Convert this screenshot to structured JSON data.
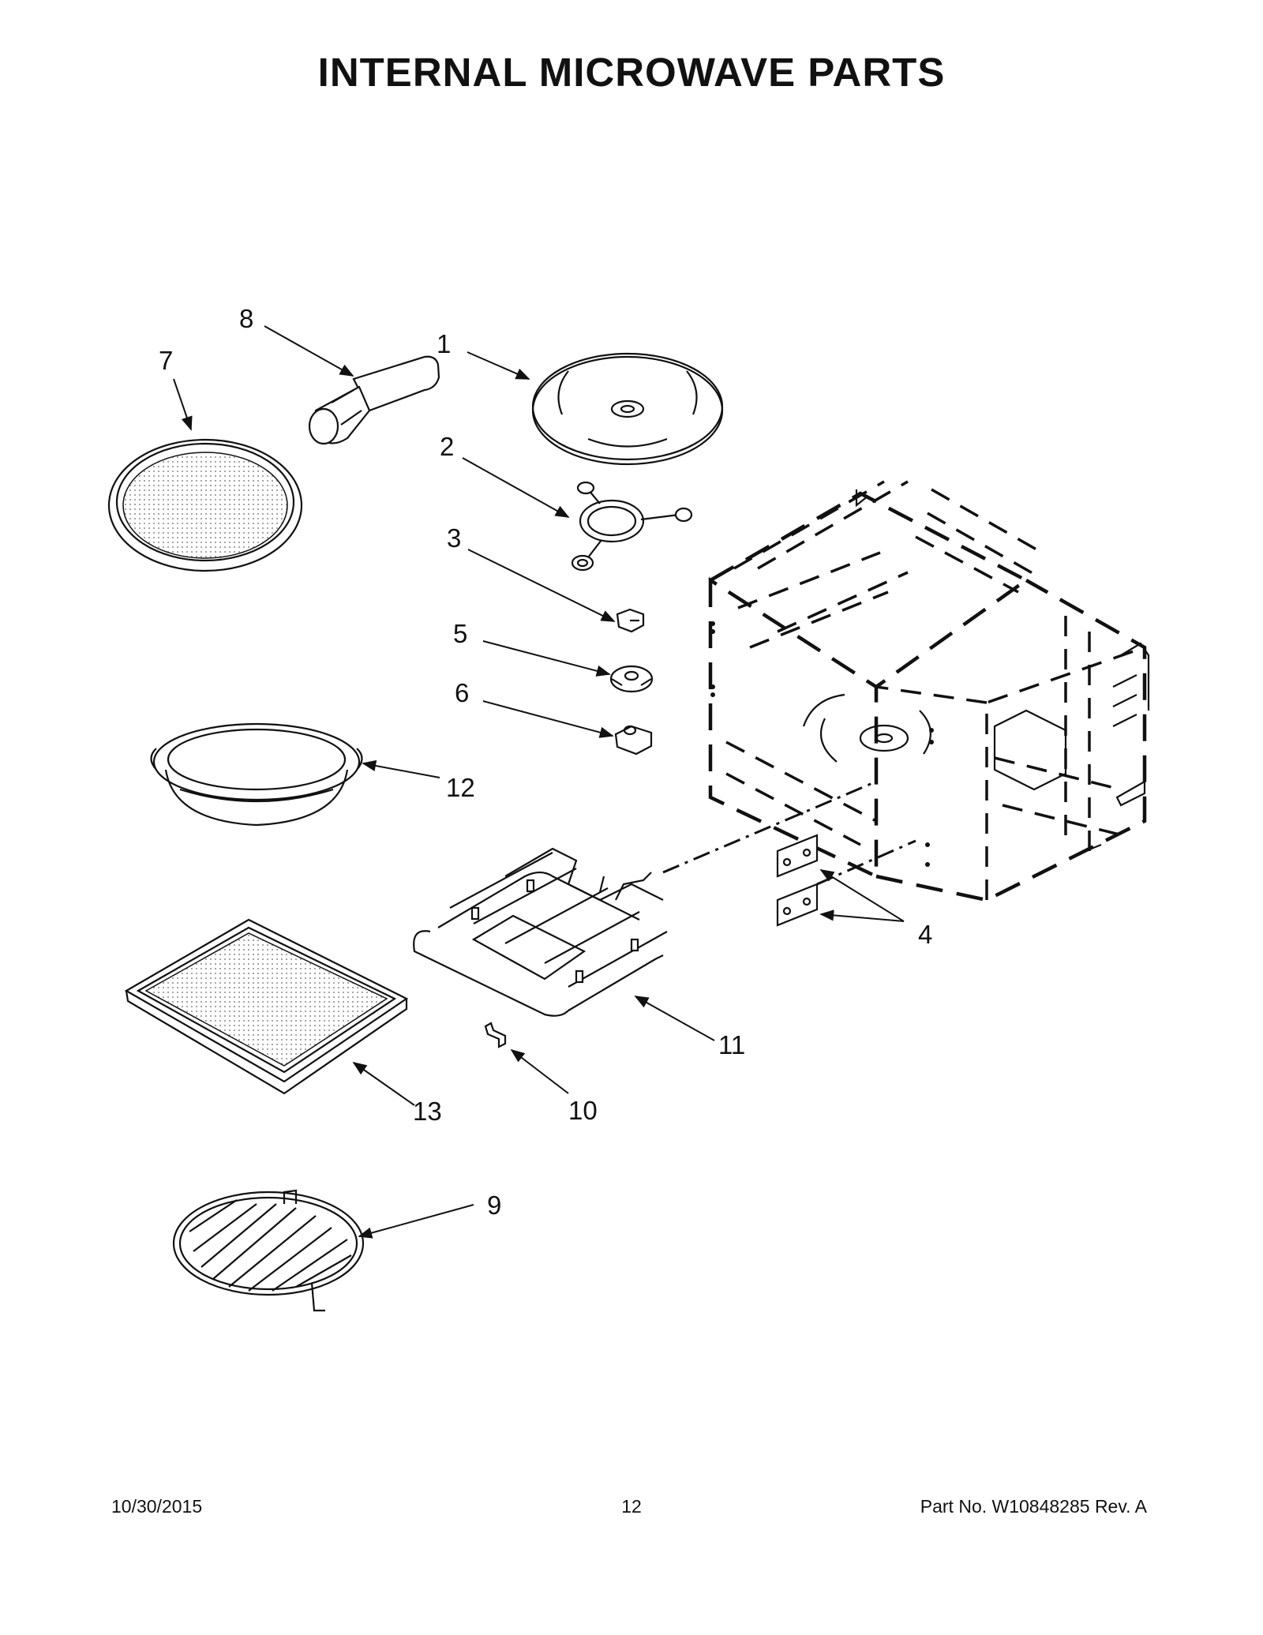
{
  "title": "INTERNAL MICROWAVE PARTS",
  "callouts": [
    {
      "number": "1",
      "part": "turntable-glass-tray"
    },
    {
      "number": "2",
      "part": "turntable-support"
    },
    {
      "number": "3",
      "part": "turntable-coupler"
    },
    {
      "number": "4",
      "part": "mounting-brackets"
    },
    {
      "number": "5",
      "part": "turntable-motor-cover"
    },
    {
      "number": "6",
      "part": "turntable-motor"
    },
    {
      "number": "7",
      "part": "crisper-pan"
    },
    {
      "number": "8",
      "part": "crisper-pan-handle"
    },
    {
      "number": "9",
      "part": "round-wire-rack"
    },
    {
      "number": "10",
      "part": "element-clip"
    },
    {
      "number": "11",
      "part": "broil-heating-element"
    },
    {
      "number": "12",
      "part": "oval-steamer-dish"
    },
    {
      "number": "13",
      "part": "baking-tray"
    }
  ],
  "footer": {
    "date": "10/30/2015",
    "page_number": "12",
    "part_no": "Part No.  W10848285  Rev.  A"
  }
}
